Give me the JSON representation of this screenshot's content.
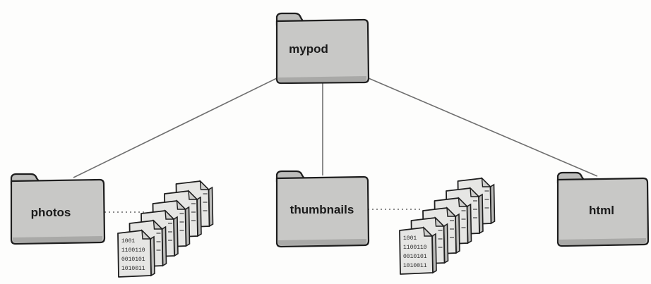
{
  "diagram": {
    "root": {
      "label": "mypod"
    },
    "children": [
      {
        "label": "photos"
      },
      {
        "label": "thumbnails"
      },
      {
        "label": "html"
      }
    ],
    "file_glyph_lines": [
      "1001",
      "1100110",
      "0010101",
      "1010011"
    ]
  },
  "colors": {
    "folder_fill": "#c8c8c6",
    "folder_outline": "#1e1e1e",
    "line": "#6f6f6f",
    "background": "#fdfdfc"
  },
  "icons": [
    "folder-icon",
    "file-stack-icon"
  ]
}
